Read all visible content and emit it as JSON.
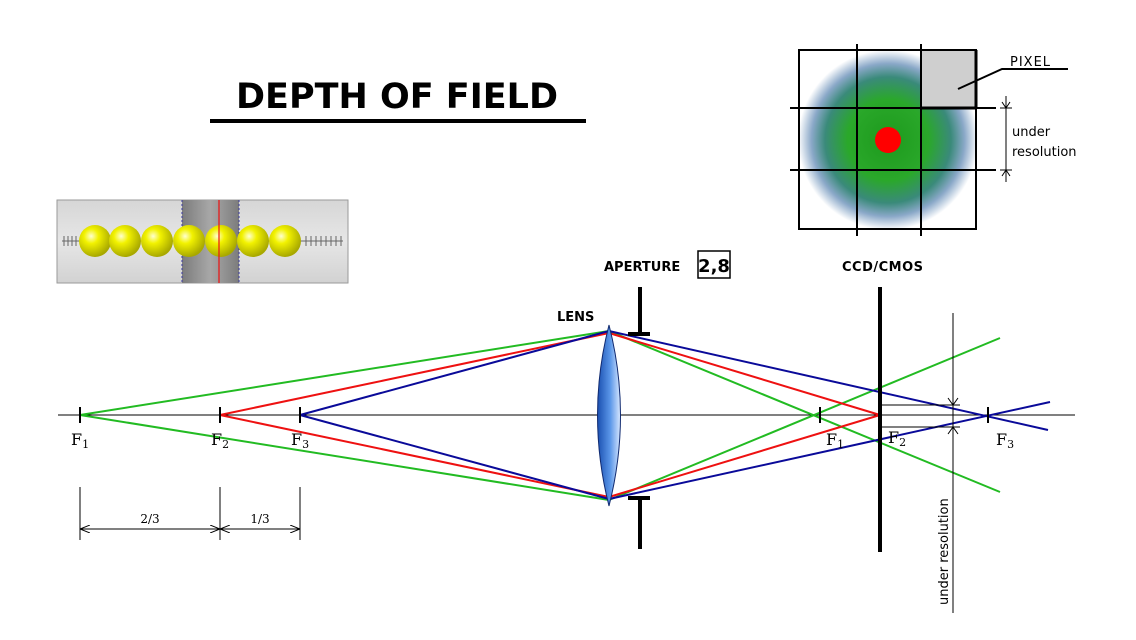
{
  "title": "DEPTH OF FIELD",
  "labels": {
    "aperture": "APERTURE",
    "aperture_value": "2,8",
    "sensor": "CCD/CMOS",
    "lens": "LENS",
    "pixel": "PIXEL",
    "under_resolution_line1": "under",
    "under_resolution_line2": "resolution",
    "under_resolution_vertical": "under resolution"
  },
  "object_points": [
    {
      "letter": "F",
      "sub": "1"
    },
    {
      "letter": "F",
      "sub": "2"
    },
    {
      "letter": "F",
      "sub": "3"
    }
  ],
  "image_points": [
    {
      "letter": "F",
      "sub": "1"
    },
    {
      "letter": "F",
      "sub": "2"
    },
    {
      "letter": "F",
      "sub": "3"
    }
  ],
  "dimensions": {
    "segment_a": "2/3",
    "segment_b": "1/3"
  },
  "colors": {
    "ray_f1": "#22bb22",
    "ray_f2": "#ee1111",
    "ray_f3": "#0a0a99",
    "lens": "#3a78d8",
    "sphere": "#e8e800",
    "spot_center": "#ff0000",
    "spot_ring": "#22a02a"
  }
}
